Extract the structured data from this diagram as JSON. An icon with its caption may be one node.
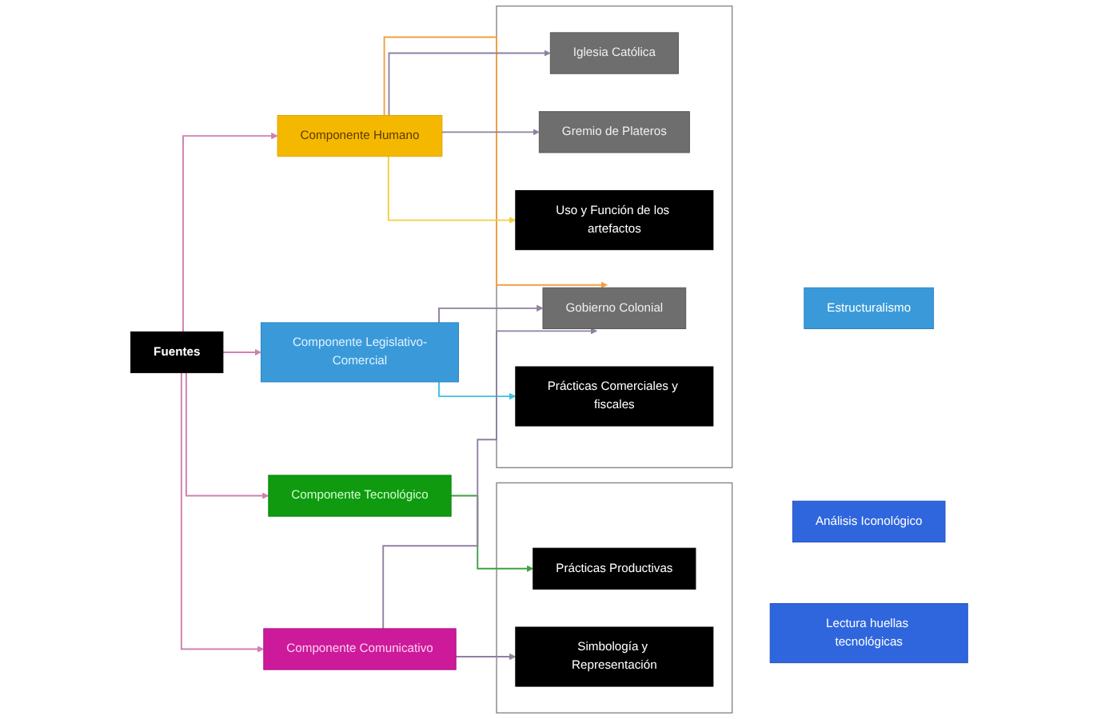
{
  "diagram": {
    "nodes": [
      {
        "text": [
          "Fuentes"
        ]
      },
      {
        "text": [
          "Componente Humano"
        ]
      },
      {
        "text": [
          "Componente Legislativo-Comercial"
        ]
      },
      {
        "text": [
          "Componente Tecnológico"
        ]
      },
      {
        "text": [
          "Componente Comunicativo"
        ]
      },
      {
        "text": [],
        "shape": "box"
      },
      {
        "text": [
          "Gobierno Colonial"
        ],
        "in": 5
      },
      {
        "text": [
          "Iglesia Católica"
        ],
        "in": 5
      },
      {
        "text": [
          "Gremio de Plateros"
        ],
        "in": 5
      },
      {
        "text": [
          "Prácticas Comerciales y fiscales"
        ],
        "in": 5
      },
      {
        "text": [
          "Uso y Función de los artefactos"
        ],
        "in": 5
      },
      {
        "text": [
          "Estructuralismo"
        ]
      },
      {
        "text": [],
        "shape": "box"
      },
      {
        "text": [
          "Prácticas Productivas"
        ],
        "in": 12
      },
      {
        "text": [
          "Simbología y Representación"
        ],
        "in": 12
      },
      {
        "text": [
          "Análisis Iconológico"
        ]
      },
      {
        "text": [
          "Lectura huellas tecnológicas"
        ]
      }
    ],
    "edges": [
      {
        "from": 0,
        "to": 1,
        "arrow": "to",
        "color": "#d080b0"
      },
      {
        "from": 0,
        "to": 2,
        "arrow": "to",
        "color": "#d080b0"
      },
      {
        "from": 0,
        "to": 3,
        "arrow": "to",
        "color": "#d080b0"
      },
      {
        "from": 0,
        "to": 4,
        "arrow": "to",
        "color": "#d080b0"
      },
      {
        "from": 1,
        "to": 6,
        "arrow": "to",
        "color": "#f0a040"
      },
      {
        "from": 1,
        "to": 7,
        "arrow": "to"
      },
      {
        "from": 1,
        "to": 8,
        "arrow": "to"
      },
      {
        "from": 1,
        "to": 10,
        "arrow": "to",
        "color": "#f0d040"
      },
      {
        "from": 2,
        "to": 6,
        "arrow": "to"
      },
      {
        "from": 2,
        "to": 9,
        "arrow": "to",
        "color": "#40c0e0"
      },
      {
        "from": 3,
        "to": 13,
        "arrow": "to",
        "color": "#40a040"
      },
      {
        "from": 4,
        "to": 6,
        "arrow": "to"
      },
      {
        "from": 4,
        "to": 14,
        "arrow": "to"
      }
    ]
  }
}
